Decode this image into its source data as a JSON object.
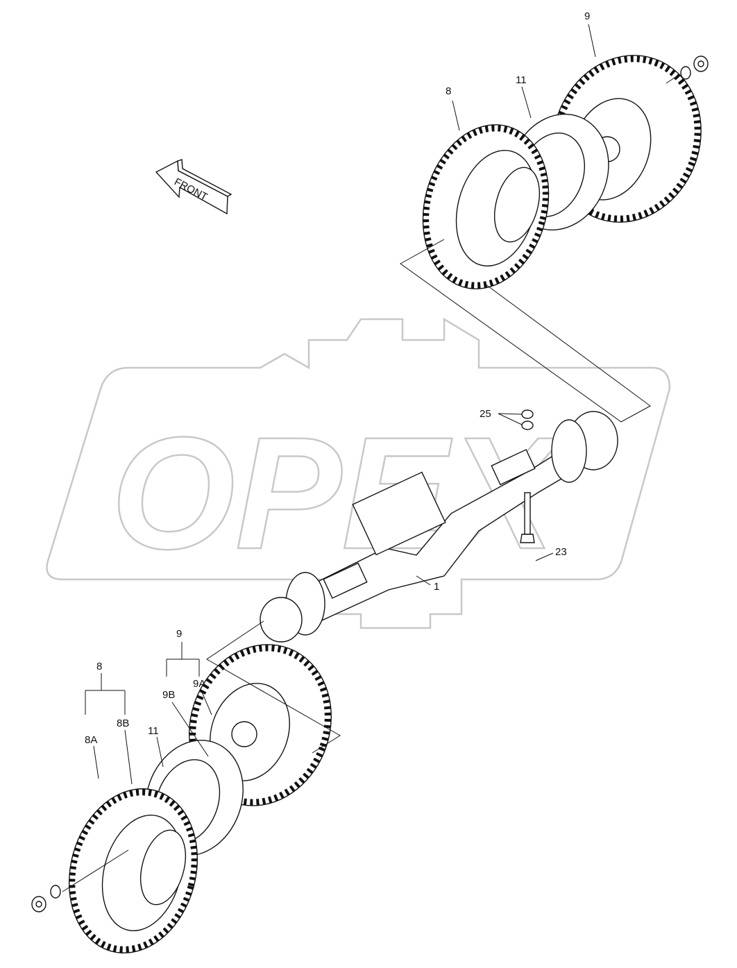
{
  "diagram": {
    "watermark": "OPEX",
    "direction_arrow": "FRONT",
    "callouts": [
      {
        "id": "top-9",
        "text": "9"
      },
      {
        "id": "top-11",
        "text": "11"
      },
      {
        "id": "top-8",
        "text": "8"
      },
      {
        "id": "c25",
        "text": "25"
      },
      {
        "id": "c23",
        "text": "23"
      },
      {
        "id": "c1",
        "text": "1"
      },
      {
        "id": "bot-9",
        "text": "9"
      },
      {
        "id": "bot-8",
        "text": "8"
      },
      {
        "id": "bot-9A",
        "text": "9A"
      },
      {
        "id": "bot-9B",
        "text": "9B"
      },
      {
        "id": "bot-8B",
        "text": "8B"
      },
      {
        "id": "bot-11",
        "text": "11"
      },
      {
        "id": "bot-8A",
        "text": "8A"
      }
    ]
  }
}
